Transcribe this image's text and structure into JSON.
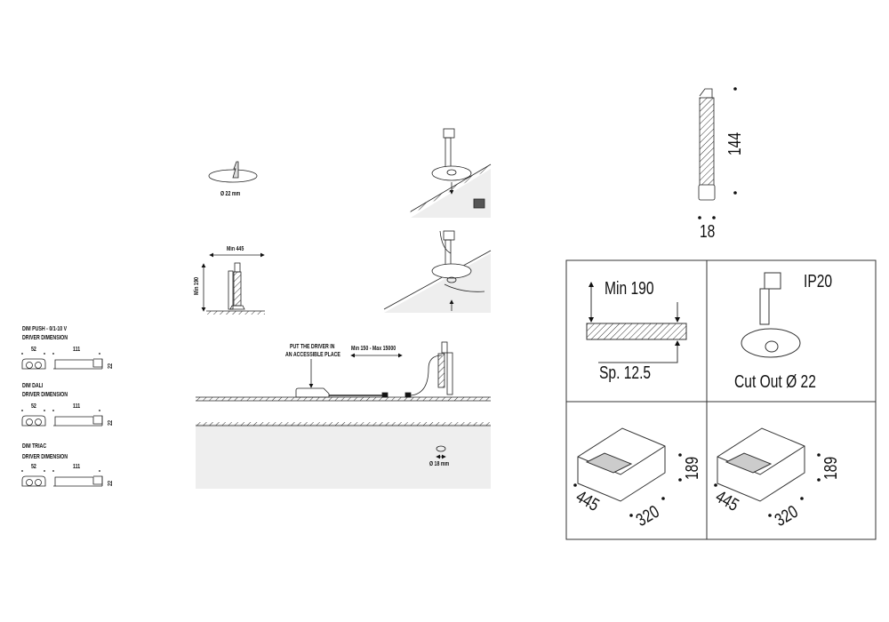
{
  "drivers": [
    {
      "title": "DIM PUSH - 0/1-10 V",
      "subtitle": "DRIVER DIMENSION",
      "width": "52",
      "length": "111",
      "height": "22"
    },
    {
      "title": "DIM DALI",
      "subtitle": "DRIVER DIMENSION",
      "width": "52",
      "length": "111",
      "height": "22"
    },
    {
      "title": "DIM TRIAC",
      "subtitle": "DRIVER DIMENSION",
      "width": "52",
      "length": "111",
      "height": "22"
    }
  ],
  "hole": {
    "label": "Ø 22 mm"
  },
  "clearance": {
    "width_label": "Min 445",
    "height_label": "Min 190"
  },
  "install_scene": {
    "driver_note_line1": "PUT THE DRIVER IN",
    "driver_note_line2": "AN ACCESSIBLE PLACE",
    "cable_range": "Min 150 - Max 15000",
    "hole_label": "Ø 18 mm"
  },
  "product": {
    "length": "144",
    "diameter": "18"
  },
  "spec_grid": {
    "min_depth": "Min 190",
    "thickness": "Sp. 12.5",
    "ip_rating": "IP20",
    "cut_out": "Cut Out Ø 22",
    "box1": {
      "w": "445",
      "d": "320",
      "h": "189"
    },
    "box2": {
      "w": "445",
      "d": "320",
      "h": "189"
    }
  }
}
